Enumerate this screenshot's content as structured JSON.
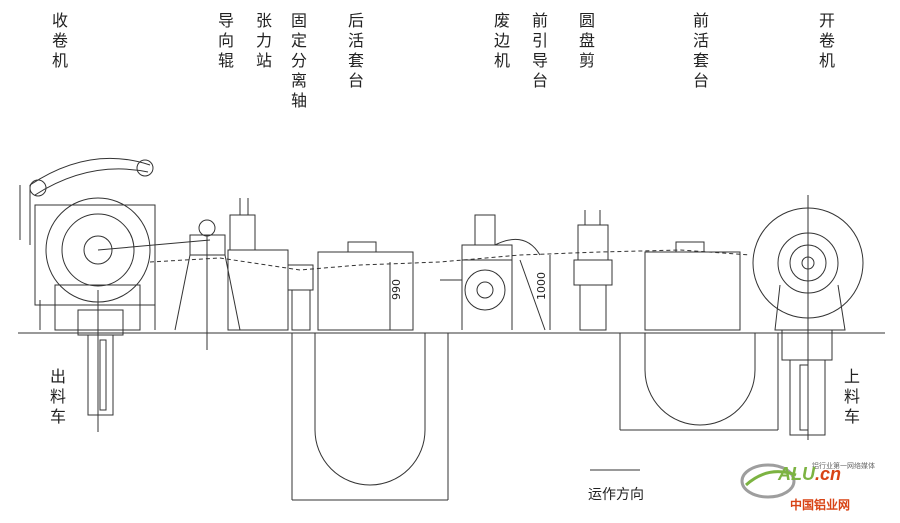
{
  "labels": {
    "recoiler": "收卷机",
    "guide_roller": "导向辊",
    "tension_station": "张力站",
    "separation_shaft": "固定分离轴",
    "rear_looper": "后活套台",
    "scrap_winder": "废边机",
    "front_guide": "前引导台",
    "slitter": "圆盘剪",
    "front_looper": "前活套台",
    "uncoiler": "开卷机",
    "exit_car": "出料车",
    "entry_car": "上料车"
  },
  "dimensions": {
    "d1": "990",
    "d2": "1000"
  },
  "direction": "运作方向",
  "watermark": {
    "brand_main": "ALU",
    "brand_suffix": ".cn",
    "tagline": "铝行业第一网络媒体",
    "cn_name": "中国铝业网"
  },
  "colors": {
    "line": "#333333",
    "watermark_green": "#7cb342",
    "watermark_red": "#d84315"
  }
}
